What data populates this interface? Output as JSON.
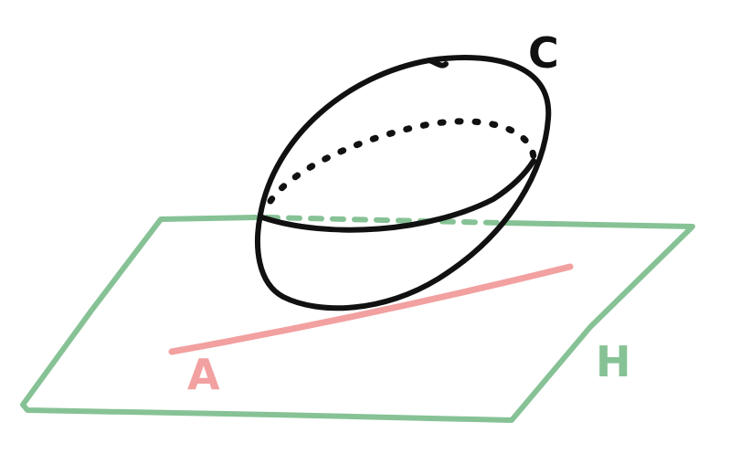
{
  "labels": {
    "ellipsoid": "C",
    "plane": "H",
    "line": "A"
  },
  "colors": {
    "plane": "#86c295",
    "line": "#f2a0a0",
    "ellipsoid": "#111111",
    "background": "#ffffff"
  }
}
